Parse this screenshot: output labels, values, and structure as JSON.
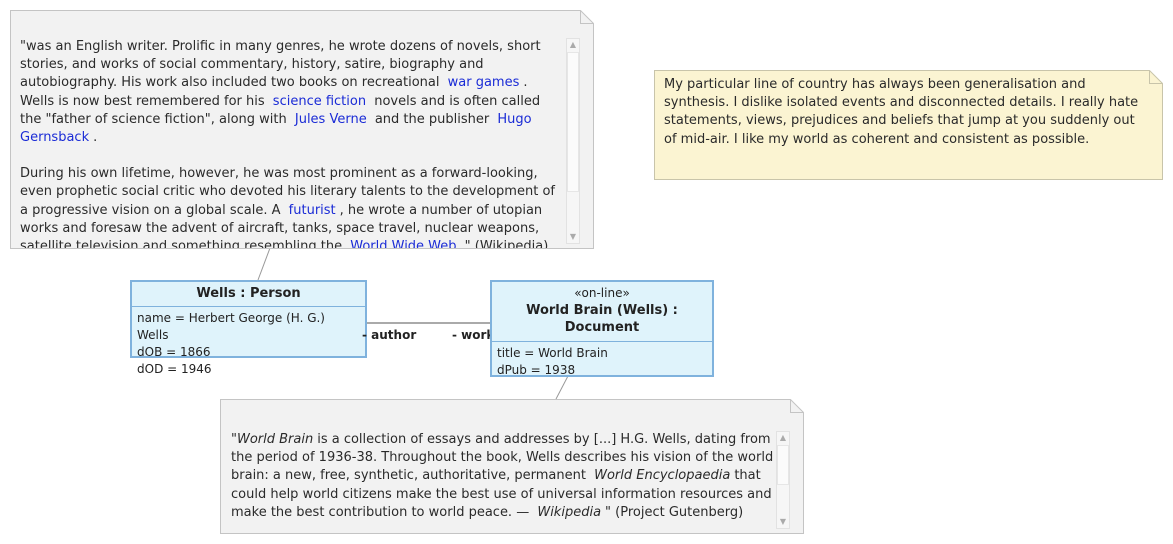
{
  "note_wells": {
    "p1": {
      "t1": "\"was an English writer. Prolific in many genres, he wrote dozens of novels, short stories, and works of social commentary, history, satire, biography and autobiography. His work also included two books on recreational",
      "l1": "war games",
      "t2": ". Wells is now best remembered for his",
      "l2": "science fiction",
      "t3": "novels and is often called the \"father of science fiction\", along with",
      "l3": "Jules Verne",
      "t4": "and the publisher",
      "l4": "Hugo Gernsback",
      "t5": "."
    },
    "p2": {
      "t1": "During his own lifetime, however, he was most prominent as a forward-looking, even prophetic social critic who devoted his literary talents to the development of a progressive vision on a global scale. A",
      "l1": "futurist",
      "t2": ", he wrote a number of utopian works and foresaw the advent of aircraft, tanks, space travel, nuclear weapons, satellite television and something resembling the",
      "l2": "World Wide Web",
      "t3": ".\" (Wikipedia)"
    }
  },
  "note_quote": {
    "text": "My particular line of country has always been generalisation and synthesis. I dislike isolated events and disconnected details. I really hate statements, views, prejudices and beliefs that jump at you suddenly out of mid-air. I like my world as coherent and consistent as possible."
  },
  "note_worldbrain": {
    "t0": "\"",
    "i1": "World Brain",
    "t1": "is a collection of essays and addresses by [...] H.G. Wells, dating from the period of 1936-38. Throughout the book, Wells describes his vision of the world brain: a new, free, synthetic, authoritative, permanent",
    "i2": "World Encyclopaedia",
    "t2": "that could help world citizens make the best use of universal information resources and make the best contribution to world peace. —",
    "i3": "Wikipedia",
    "t3": "\" (Project Gutenberg)"
  },
  "person": {
    "title": "Wells : Person",
    "attrs": [
      "name = Herbert George (H. G.) Wells",
      "dOB = 1866",
      "dOD = 1946"
    ]
  },
  "document": {
    "stereotype": "«on-line»",
    "title_line1": "World Brain (Wells) :",
    "title_line2": "Document",
    "attrs": [
      "title = World Brain",
      "dPub = 1938"
    ]
  },
  "association": {
    "role_left": "- author",
    "role_right": "- work"
  },
  "colors": {
    "note_gray": "#f2f2f2",
    "note_yellow": "#fbf4d2",
    "object_fill": "#dff3fb",
    "object_border": "#7fb2dd",
    "link": "#1a2bd6"
  }
}
